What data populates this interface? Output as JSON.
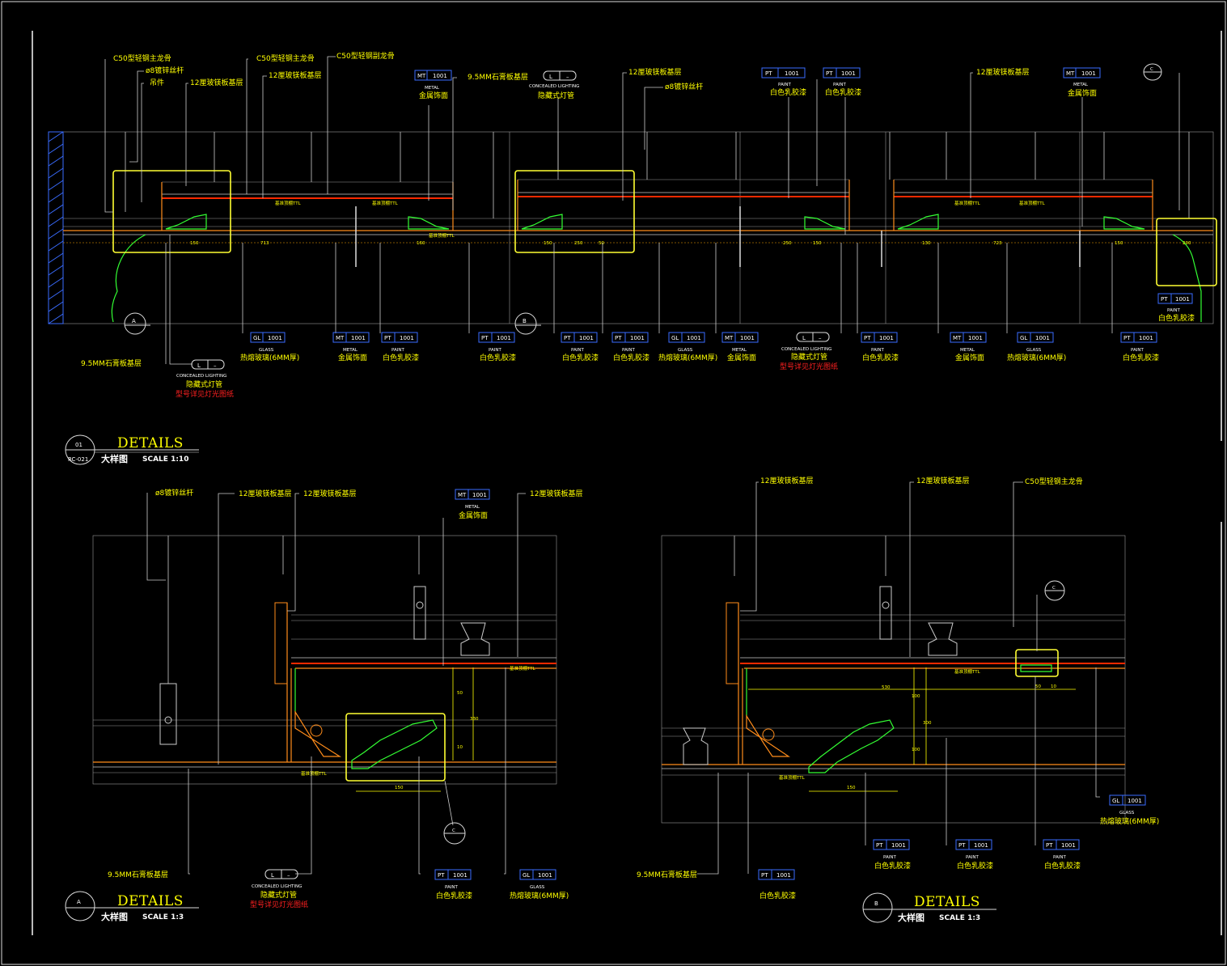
{
  "labels": {
    "c50_main": "C50型轻钢主龙骨",
    "m8_rod": "ø8镀锌丝杆",
    "hanger": "吊件",
    "ply12": "12厘玻镁板基层",
    "c50_sub": "C50型轻钢副龙骨",
    "gypsum": "9.5MM石膏板基层",
    "concealed_en": "CONCEALED LIGHTING",
    "concealed_cn": "隐藏式灯管",
    "lamp_ref": "型号详见灯光图纸",
    "metal_cn": "金属饰面",
    "paint_cn": "白色乳胶漆",
    "glass_cn": "热熔玻璃(6MM厚)",
    "c50_main2": "C50型轻钢主龙骨"
  },
  "tags": {
    "mt": "MT",
    "pt": "PT",
    "gl": "GL",
    "l": "L",
    "code": "1001",
    "code_b": "1001",
    "dash": "–",
    "metal_en": "METAL",
    "paint_en": "PAINT",
    "glass_en": "GLASS"
  },
  "titles": {
    "top": {
      "num": "01",
      "sheet": "RC-021",
      "name": "DETAILS",
      "cn": "大样图",
      "scale": "SCALE  1:10"
    },
    "a": {
      "num": "A",
      "name": "DETAILS",
      "cn": "大样图",
      "scale": "SCALE  1:3"
    },
    "b": {
      "num": "B",
      "name": "DETAILS",
      "cn": "大样图",
      "scale": "SCALE  1:3"
    }
  },
  "markers": {
    "a": "A",
    "b": "B",
    "c": "C"
  },
  "dims": {
    "d150": "150",
    "d713": "713",
    "d160": "160",
    "d250": "250",
    "d50": "50",
    "d130": "130",
    "d723": "723",
    "d200": "200",
    "d100": "100",
    "d330": "330",
    "d10": "10",
    "d530": "530",
    "d300": "300"
  },
  "level_note": "基准顶棚TTL"
}
